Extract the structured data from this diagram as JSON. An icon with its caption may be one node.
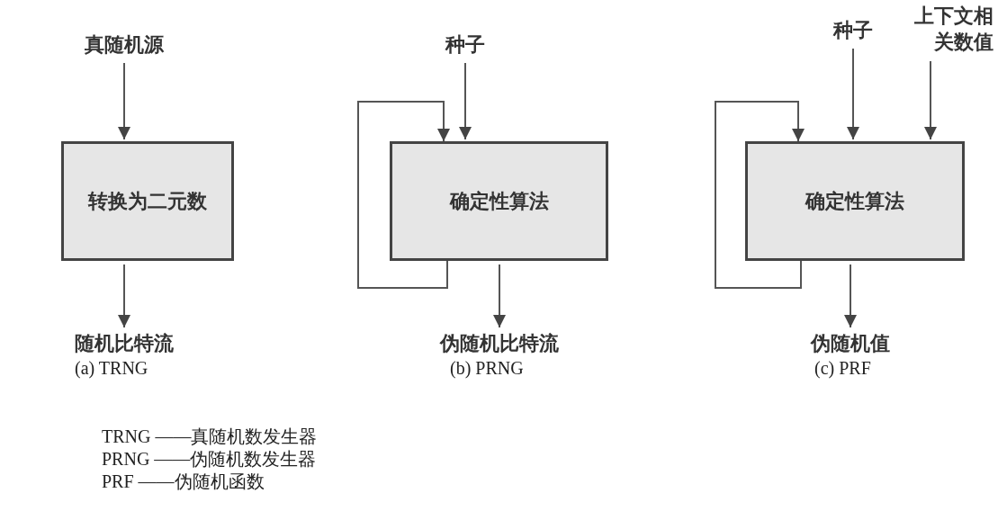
{
  "diagram": {
    "nodes": [
      {
        "text": [
          "真随机源"
        ]
      },
      {
        "text": [
          "转换为二元数"
        ]
      },
      {
        "text": [
          "随机比特流"
        ]
      },
      {
        "text": [
          "种子"
        ]
      },
      {
        "text": [
          "确定性算法"
        ]
      },
      {
        "text": [
          "伪随机比特流"
        ]
      },
      {
        "text": [
          "种子"
        ]
      },
      {
        "text": [
          "上下文相关数值"
        ]
      },
      {
        "text": [
          "确定性算法"
        ]
      },
      {
        "text": [
          "伪随机值"
        ]
      }
    ],
    "edges": [
      {
        "from": 0,
        "to": 1,
        "arrow": "to"
      },
      {
        "from": 1,
        "to": 2,
        "arrow": "to"
      },
      {
        "from": 3,
        "to": 4,
        "arrow": "to"
      },
      {
        "from": 4,
        "to": 4,
        "arrow": "to"
      },
      {
        "from": 4,
        "to": 5,
        "arrow": "to"
      },
      {
        "from": 6,
        "to": 8,
        "arrow": "to"
      },
      {
        "from": 7,
        "to": 8,
        "arrow": "to"
      },
      {
        "from": 8,
        "to": 8,
        "arrow": "to"
      },
      {
        "from": 8,
        "to": 9,
        "arrow": "to"
      }
    ],
    "labels": [
      "(a) TRNG",
      "(b) PRNG",
      "(c) PRF",
      "TRNG ——真随机数发生器",
      "PRNG ——伪随机数发生器",
      "PRF ——伪随机函数"
    ]
  }
}
